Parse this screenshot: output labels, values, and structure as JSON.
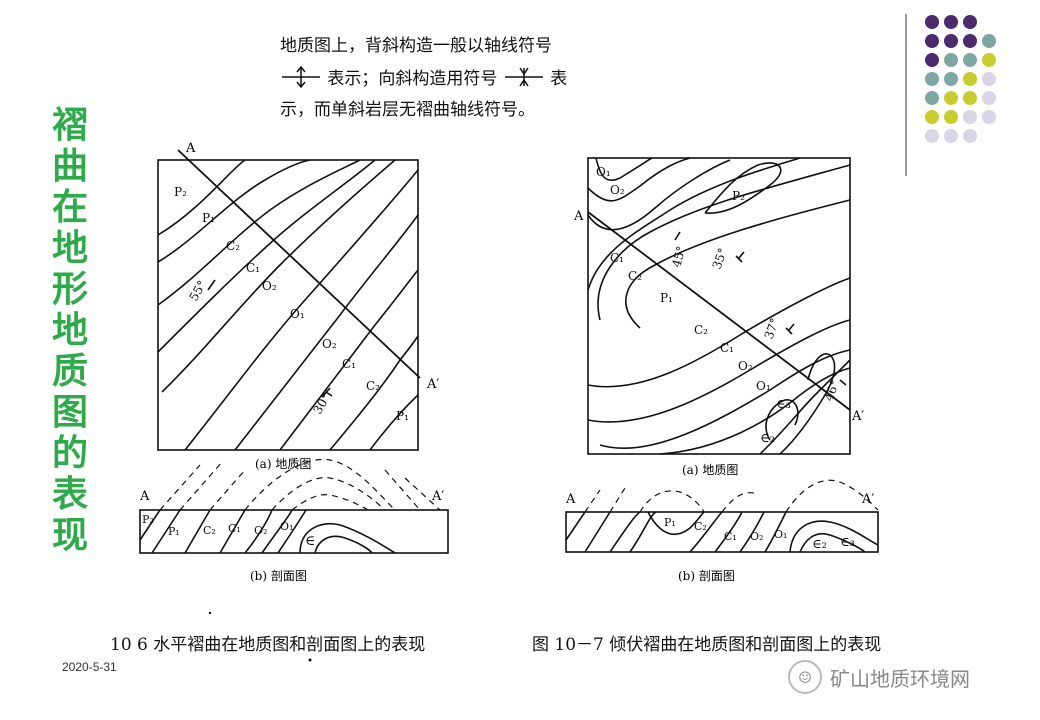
{
  "title_chars": [
    "褶",
    "曲",
    "在",
    "地",
    "形",
    "地",
    "质",
    "图",
    "的",
    "表",
    "现"
  ],
  "description": {
    "line1": "地质图上，背斜构造一般以轴线符号",
    "line2": "表示；向斜构造用符号",
    "line2_end": "表",
    "line3": "示，而单斜岩层无褶曲轴线符号。"
  },
  "fig_left": {
    "map_caption": "(a) 地质图",
    "section_caption": "(b) 剖面图",
    "label_A": "A",
    "label_A2": "A′",
    "map_labels": {
      "P2": "P₂",
      "P1": "P₁",
      "C2": "C₂",
      "C1": "C₁",
      "O2": "O₂",
      "O1": "O₁",
      "O2b": "O₂",
      "C1b": "C₁",
      "C2b": "C₂",
      "P1b": "P₁",
      "dip1": "55°",
      "dip2": "30°"
    },
    "section_labels": {
      "P2": "P₂",
      "P1": "P₁",
      "C2": "C₂",
      "C1": "C₁",
      "O2": "O₂",
      "O1": "O₁",
      "E": "∈"
    }
  },
  "fig_right": {
    "map_caption": "(a) 地质图",
    "section_caption": "(b) 剖面图",
    "label_A": "A",
    "label_A2": "A′",
    "map_labels": {
      "O1": "O₁",
      "O2": "O₂",
      "P2": "P₂",
      "C1": "C₁",
      "C2": "C₂",
      "P1": "P₁",
      "C2b": "C₂",
      "C1b": "C₁",
      "O2b": "O₂",
      "O1b": "O₁",
      "E3": "∈₃",
      "E2": "∈₂",
      "dip1": "45°",
      "dip2": "35°",
      "dip3": "37°",
      "dip4": "46°"
    },
    "section_labels": {
      "P1": "P₁",
      "C2": "C₂",
      "C1": "C₁",
      "O2": "O₂",
      "O1": "O₁",
      "E2": "∈₂",
      "E3": "∈₃"
    }
  },
  "caption_left": "10  6   水平褶曲在地质图和剖面图上的表现",
  "caption_right": "图 10－7   倾伏褶曲在地质图和剖面图上的表现",
  "date": "2020-5-31",
  "brand": "矿山地质环境网",
  "colors": {
    "title": "#2eaa4a",
    "purple": "#4b2a6e",
    "teal": "#7ea6a3",
    "olive": "#c9cc2e",
    "lilac": "#d9d5e6"
  }
}
